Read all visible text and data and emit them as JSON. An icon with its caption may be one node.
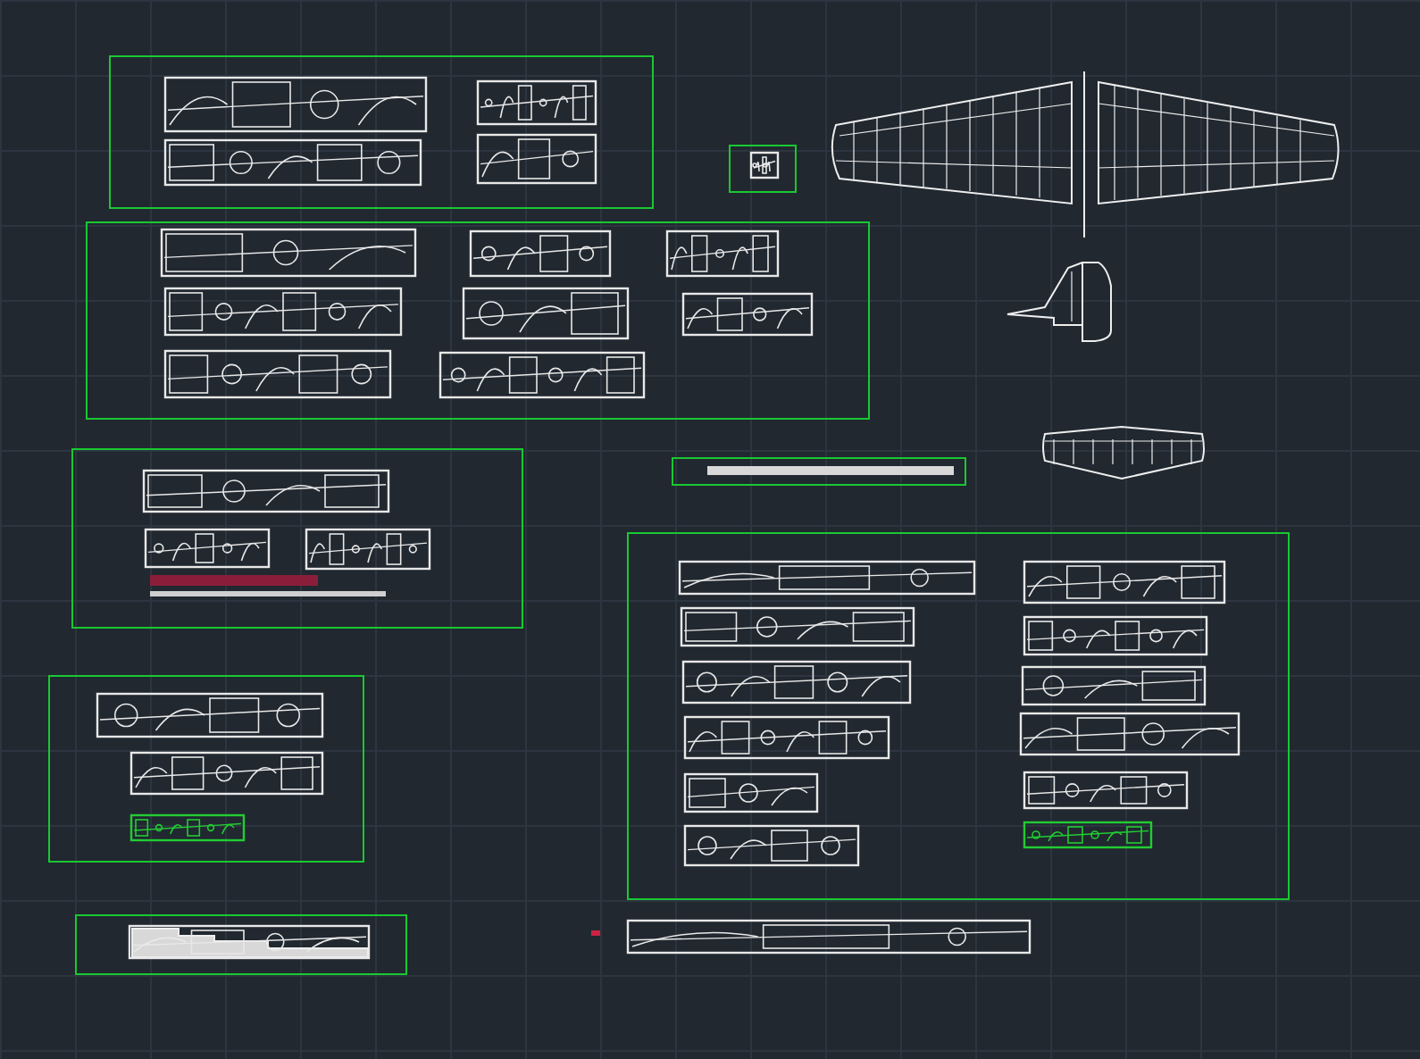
{
  "diagram": {
    "nodes": [
      {
        "text": [],
        "shape": "box"
      },
      {
        "text": [],
        "shape": "picture",
        "in": 0
      },
      {
        "text": [],
        "shape": "picture",
        "in": 0
      },
      {
        "text": [],
        "shape": "picture",
        "in": 0
      },
      {
        "text": [],
        "shape": "picture",
        "in": 0
      },
      {
        "text": [],
        "shape": "box"
      },
      {
        "text": [],
        "shape": "picture",
        "in": 5
      },
      {
        "text": [],
        "shape": "box"
      },
      {
        "text": [],
        "shape": "picture",
        "in": 7
      },
      {
        "text": [],
        "shape": "picture",
        "in": 7
      },
      {
        "text": [],
        "shape": "picture",
        "in": 7
      },
      {
        "text": [],
        "shape": "picture",
        "in": 7
      },
      {
        "text": [],
        "shape": "picture",
        "in": 7
      },
      {
        "text": [],
        "shape": "picture",
        "in": 7
      },
      {
        "text": [],
        "shape": "picture",
        "in": 7
      },
      {
        "text": [],
        "shape": "picture",
        "in": 7
      },
      {
        "text": [],
        "shape": "box"
      },
      {
        "text": [],
        "shape": "picture",
        "in": 16
      },
      {
        "text": [],
        "shape": "picture",
        "in": 16
      },
      {
        "text": [],
        "shape": "picture",
        "in": 16
      },
      {
        "text": [],
        "shape": "box"
      },
      {
        "text": [],
        "shape": "picture",
        "in": 20
      },
      {
        "text": [],
        "shape": "picture",
        "in": 20
      },
      {
        "text": [],
        "shape": "picture",
        "in": 20
      },
      {
        "text": [],
        "shape": "box"
      },
      {
        "text": [],
        "shape": "picture",
        "in": 24
      },
      {
        "text": [],
        "shape": "box"
      },
      {
        "text": [],
        "shape": "box"
      },
      {
        "text": [],
        "shape": "picture",
        "in": 27
      },
      {
        "text": [],
        "shape": "picture",
        "in": 27
      },
      {
        "text": [],
        "shape": "picture",
        "in": 27
      },
      {
        "text": [],
        "shape": "picture",
        "in": 27
      },
      {
        "text": [],
        "shape": "picture",
        "in": 27
      },
      {
        "text": [],
        "shape": "picture",
        "in": 27
      },
      {
        "text": [],
        "shape": "picture",
        "in": 27
      },
      {
        "text": [],
        "shape": "picture",
        "in": 27
      },
      {
        "text": [],
        "shape": "picture",
        "in": 27
      },
      {
        "text": [],
        "shape": "picture",
        "in": 27
      },
      {
        "text": [],
        "shape": "picture",
        "in": 27
      },
      {
        "text": [],
        "shape": "picture",
        "in": 27
      },
      {
        "text": [],
        "shape": "picture"
      }
    ]
  }
}
